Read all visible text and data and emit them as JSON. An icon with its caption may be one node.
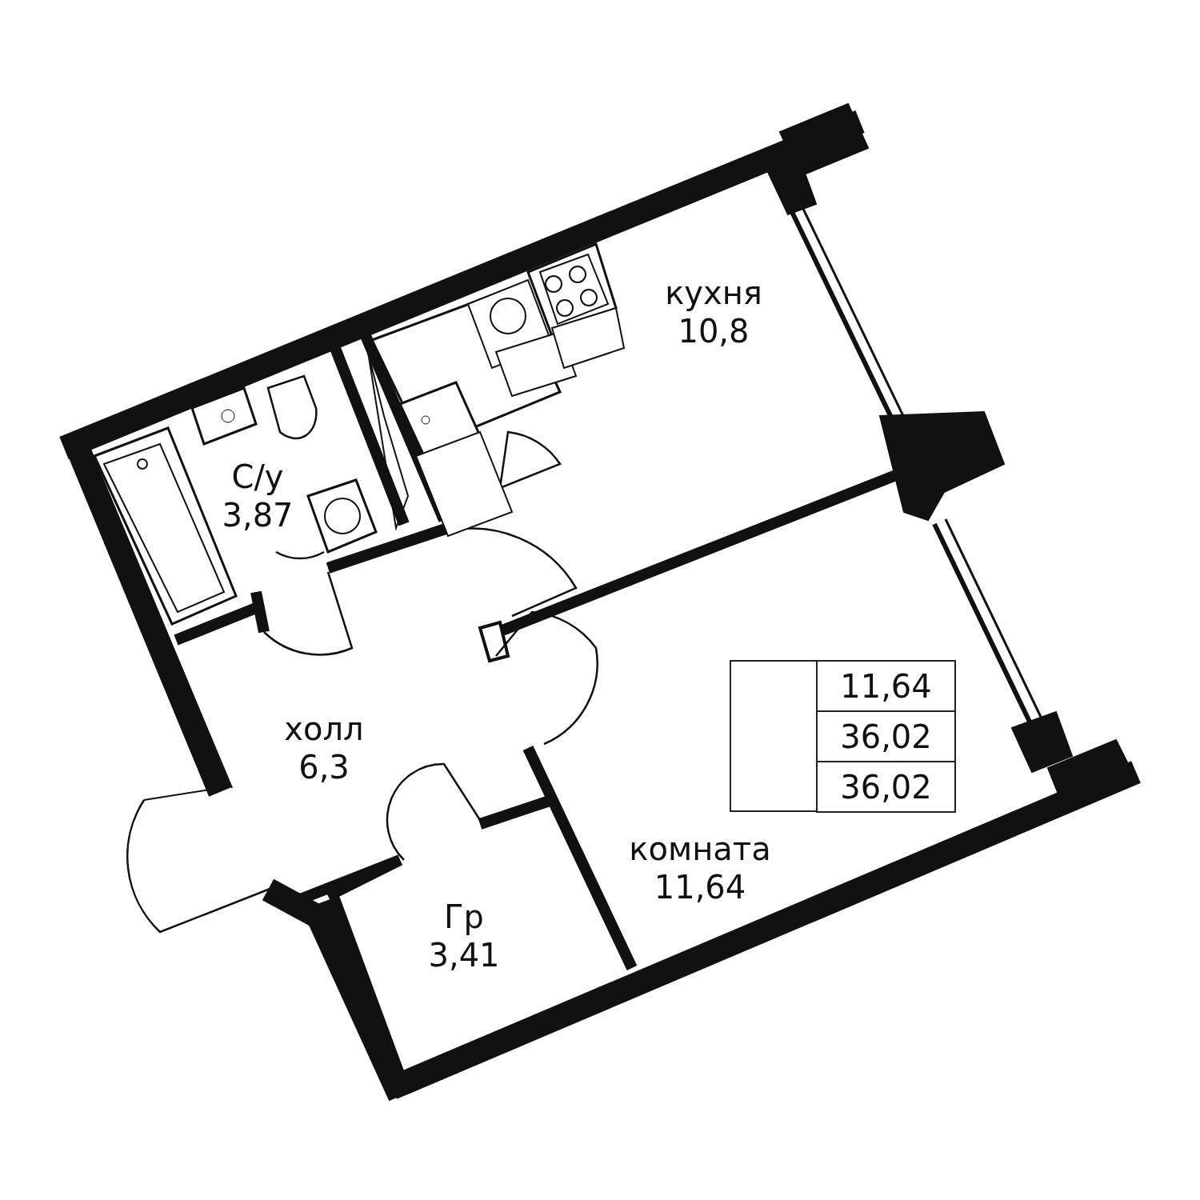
{
  "diagram": {
    "nodes": [
      {
        "text": [
          "кухня",
          "10,8"
        ]
      },
      {
        "text": [
          "С/у",
          "3,87"
        ]
      },
      {
        "text": [
          "холл",
          "6,3"
        ]
      },
      {
        "text": [
          "Гр",
          "3,41"
        ]
      },
      {
        "text": [
          "комната",
          "11,64"
        ]
      }
    ],
    "labels": [
      "11,64",
      "36,02",
      "36,02"
    ]
  }
}
